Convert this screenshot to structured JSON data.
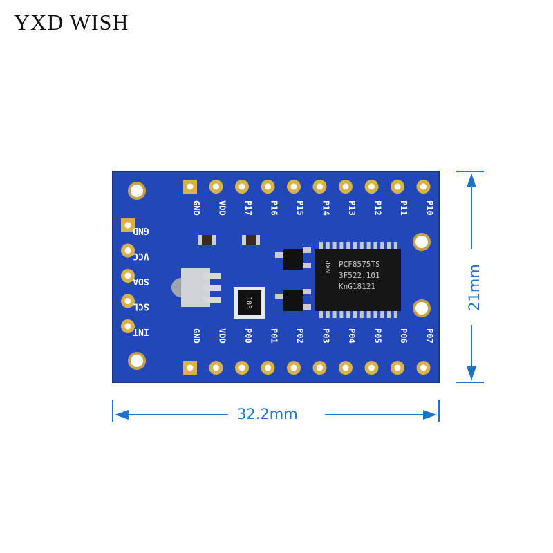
{
  "brand": "YXD WISH",
  "dimensions": {
    "width_label": "32.2mm",
    "height_label": "21mm"
  },
  "board": {
    "top_pins": [
      "GND",
      "VDD",
      "P17",
      "P16",
      "P15",
      "P14",
      "P13",
      "P12",
      "P11",
      "P10"
    ],
    "bottom_pins": [
      "GND",
      "VDD",
      "P00",
      "P01",
      "P02",
      "P03",
      "P04",
      "P05",
      "P06",
      "P07"
    ],
    "left_pins": [
      "GND",
      "VCC",
      "SDA",
      "SCL",
      "INT"
    ],
    "chip_lines": [
      "PCF8575TS",
      "3F522.101",
      "KnG18121"
    ],
    "chip_brand": "NXP",
    "resistor_array_label": "103"
  },
  "colors": {
    "pcb": "#2147b8",
    "dimension": "#1f74c8",
    "gold": "#d9b24a"
  }
}
